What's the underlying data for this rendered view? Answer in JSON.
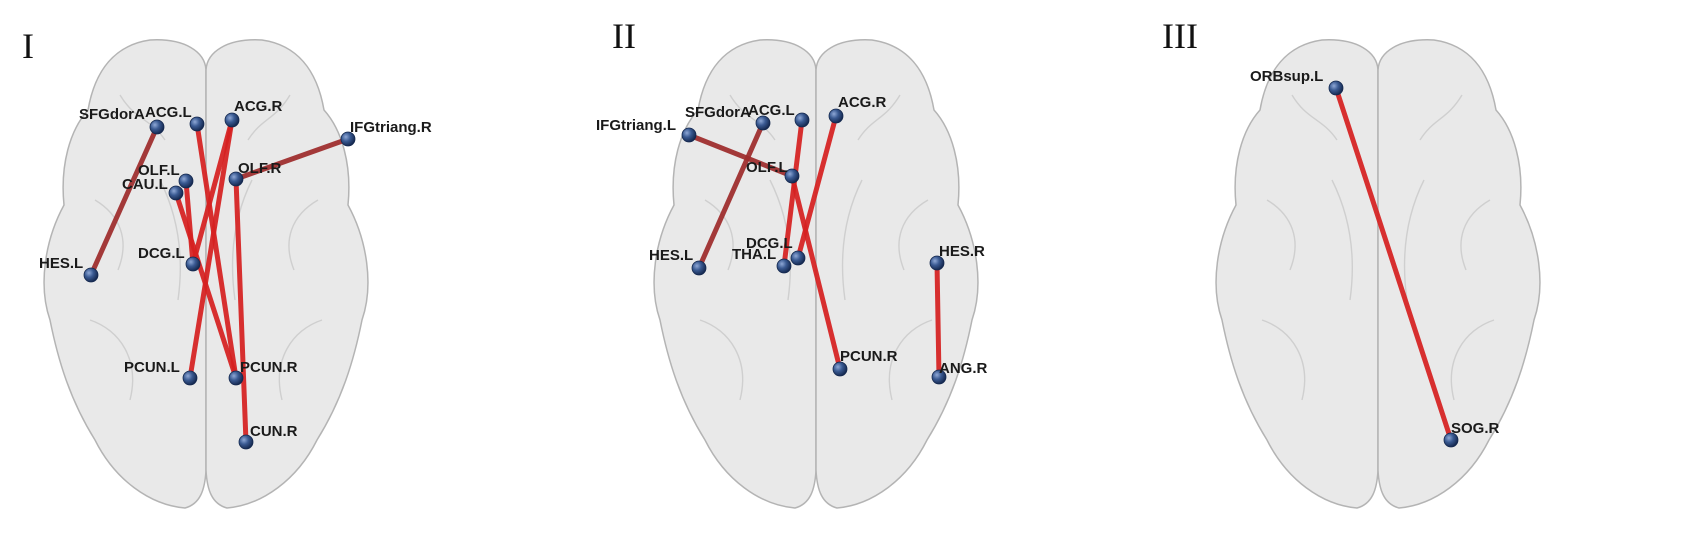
{
  "colors": {
    "edge": "#d62020",
    "edge_dark": "#9e2b2b",
    "node": "#2e4f86",
    "brain": "#e9e9e9"
  },
  "panels": [
    {
      "id": "I",
      "label": "I",
      "nodes": [
        {
          "id": "SFGdor.L",
          "label": "SFGdorA"
        },
        {
          "id": "ACG.L",
          "label": "ACG.L"
        },
        {
          "id": "ACG.R",
          "label": "ACG.R"
        },
        {
          "id": "IFGtriang.R",
          "label": "IFGtriang.R"
        },
        {
          "id": "OLF.L",
          "label": "OLF.L"
        },
        {
          "id": "CAU.L",
          "label": "CAU.L"
        },
        {
          "id": "OLF.R",
          "label": "OLF.R"
        },
        {
          "id": "HES.L",
          "label": "HES.L"
        },
        {
          "id": "DCG.L",
          "label": "DCG.L"
        },
        {
          "id": "PCUN.L",
          "label": "PCUN.L"
        },
        {
          "id": "PCUN.R",
          "label": "PCUN.R"
        },
        {
          "id": "CUN.R",
          "label": "CUN.R"
        }
      ],
      "edges": [
        [
          "SFGdor.L",
          "HES.L"
        ],
        [
          "ACG.L",
          "PCUN.R"
        ],
        [
          "ACG.R",
          "DCG.L"
        ],
        [
          "ACG.R",
          "PCUN.L"
        ],
        [
          "CAU.L",
          "PCUN.R"
        ],
        [
          "OLF.L",
          "DCG.L"
        ],
        [
          "IFGtriang.R",
          "OLF.R"
        ],
        [
          "OLF.R",
          "CUN.R"
        ]
      ]
    },
    {
      "id": "II",
      "label": "II",
      "nodes": [
        {
          "id": "IFGtriang.L",
          "label": "IFGtriang.L"
        },
        {
          "id": "SFGdor.L",
          "label": "SFGdorA"
        },
        {
          "id": "ACG.L",
          "label": "ACG.L"
        },
        {
          "id": "ACG.R",
          "label": "ACG.R"
        },
        {
          "id": "OLF.L",
          "label": "OLF.L"
        },
        {
          "id": "HES.L",
          "label": "HES.L"
        },
        {
          "id": "THA.L",
          "label": "THA.L"
        },
        {
          "id": "DCG.L",
          "label": "DCG.L"
        },
        {
          "id": "HES.R",
          "label": "HES.R"
        },
        {
          "id": "PCUN.R",
          "label": "PCUN.R"
        },
        {
          "id": "ANG.R",
          "label": "ANG.R"
        }
      ],
      "edges": [
        [
          "IFGtriang.L",
          "OLF.L"
        ],
        [
          "SFGdor.L",
          "HES.L"
        ],
        [
          "ACG.L",
          "THA.L"
        ],
        [
          "ACG.R",
          "DCG.L"
        ],
        [
          "OLF.L",
          "PCUN.R"
        ],
        [
          "HES.R",
          "ANG.R"
        ]
      ]
    },
    {
      "id": "III",
      "label": "III",
      "nodes": [
        {
          "id": "ORBsup.L",
          "label": "ORBsup.L"
        },
        {
          "id": "SOG.R",
          "label": "SOG.R"
        }
      ],
      "edges": [
        [
          "ORBsup.L",
          "SOG.R"
        ]
      ]
    }
  ]
}
